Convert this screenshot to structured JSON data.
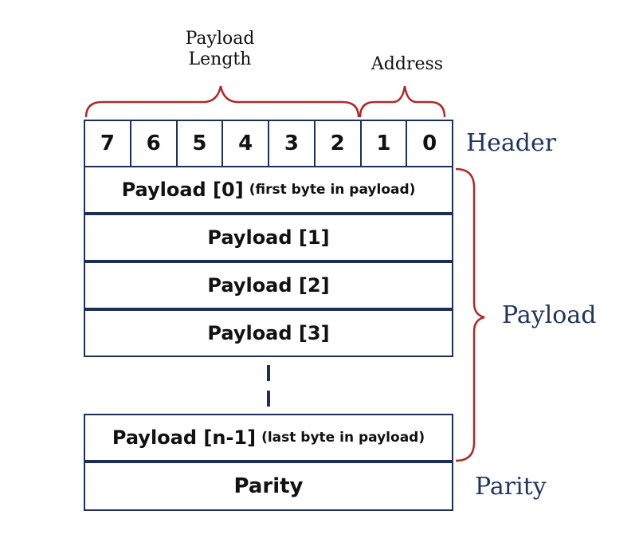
{
  "labels": {
    "payload_length": "Payload\nLength",
    "address": "Address",
    "header": "Header",
    "payload": "Payload",
    "parity": "Parity"
  },
  "header_bits": [
    "7",
    "6",
    "5",
    "4",
    "3",
    "2",
    "1",
    "0"
  ],
  "rows": [
    {
      "main": "Payload [0]",
      "note": "(first byte in payload)"
    },
    {
      "main": "Payload [1]",
      "note": ""
    },
    {
      "main": "Payload [2]",
      "note": ""
    },
    {
      "main": "Payload [3]",
      "note": ""
    },
    {
      "main": "Payload [n-1]",
      "note": "(last byte in payload)"
    },
    {
      "main": "Parity",
      "note": ""
    }
  ],
  "colors": {
    "box_border": "#1d2f57",
    "brace": "#b02a2a",
    "side_label": "#1f3560",
    "dashes": "#1d2f57"
  }
}
